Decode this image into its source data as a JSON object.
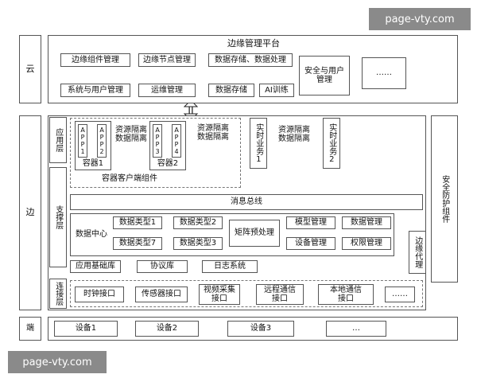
{
  "watermark": {
    "top_right": "page-vty.com",
    "bottom_left": "page-vty.com"
  },
  "cloud": {
    "label": "云",
    "title": "边缘管理平台",
    "row1": [
      "边缘组件管理",
      "边缘节点管理",
      "数据存储、数据处理",
      "安全与用户管理"
    ],
    "row2": [
      "系统与用户管理",
      "运维管理",
      "数据存储",
      "AI训练"
    ],
    "more": "……"
  },
  "edge": {
    "label": "边",
    "layers": {
      "app": "应用层",
      "support": "支撑层",
      "connect": "连接层"
    },
    "app": {
      "container1": {
        "apps": [
          "APP1",
          "APP2"
        ],
        "label": "容器1",
        "isolation": "资源隔离\n数据隔离"
      },
      "container2": {
        "apps": [
          "APP3",
          "APP4"
        ],
        "label": "容器2",
        "isolation": "资源隔离\n数据隔离"
      },
      "client": "容器客户端组件",
      "realtime1": "实时业务1",
      "realtime2": "实时业务2",
      "isolation_mid": "资源隔离\n数据隔离"
    },
    "bus": "消息总线",
    "data_center": {
      "label": "数据中心",
      "types": [
        "数据类型1",
        "数据类型2",
        "数据类型7",
        "数据类型3"
      ],
      "matrix": "矩阵预处理",
      "mgmt": [
        "模型管理",
        "数据管理",
        "设备管理",
        "权限管理"
      ]
    },
    "base_libs": [
      "应用基础库",
      "协议库",
      "日志系统"
    ],
    "edge_agent": "边缘代理",
    "security": "安全防护组件",
    "interfaces": [
      "时钟接口",
      "传感器接口",
      "视频采集接口",
      "远程通信接口",
      "本地通信接口",
      "……"
    ]
  },
  "device": {
    "label": "端",
    "items": [
      "设备1",
      "设备2",
      "设备3",
      "…"
    ]
  }
}
